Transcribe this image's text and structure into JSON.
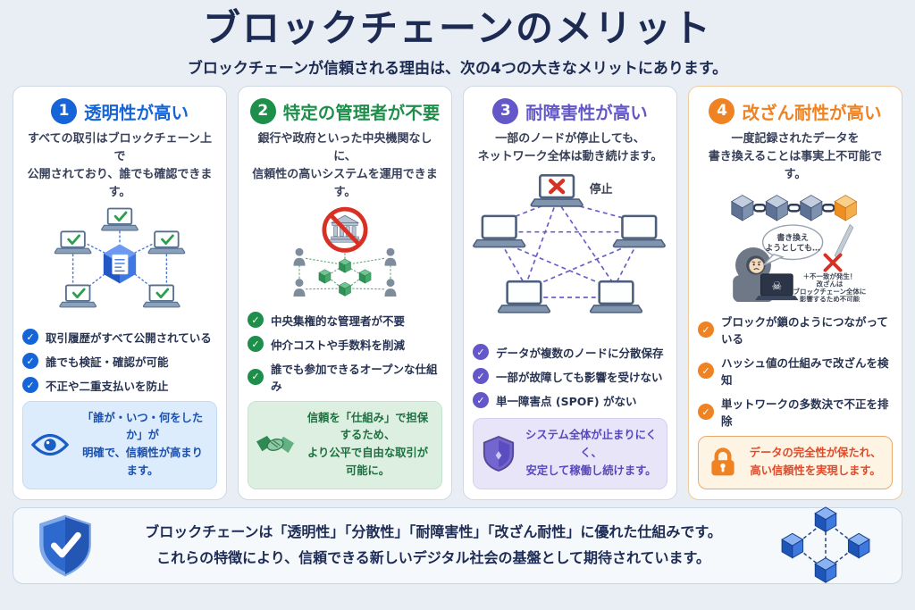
{
  "page": {
    "title": "ブロックチェーンのメリット",
    "subtitle": "ブロックチェーンが信頼される理由は、次の4つの大きなメリットにあります。"
  },
  "cards": [
    {
      "number": "1",
      "title": "透明性が高い",
      "accent": "#1565d8",
      "desc1": "すべての取引はブロックチェーン上で",
      "desc2": "公開されており、誰でも確認できます。",
      "items": [
        "取引履歴がすべて公開されている",
        "誰でも検証・確認が可能",
        "不正や二重支払いを防止"
      ],
      "note1": "「誰が・いつ・何をしたか」が",
      "note2": "明確で、信頼性が高まります。"
    },
    {
      "number": "2",
      "title": "特定の管理者が不要",
      "accent": "#1e8e4b",
      "desc1": "銀行や政府といった中央機関なしに、",
      "desc2": "信頼性の高いシステムを運用できます。",
      "items": [
        "中央集権的な管理者が不要",
        "仲介コストや手数料を削減",
        "誰でも参加できるオープンな仕組み"
      ],
      "note1": "信頼を「仕組み」で担保するため、",
      "note2": "より公平で自由な取引が可能に。"
    },
    {
      "number": "3",
      "title": "耐障害性が高い",
      "accent": "#6458c8",
      "desc1": "一部のノードが停止しても、",
      "desc2": "ネットワーク全体は動き続けます。",
      "items": [
        "データが複数のノードに分散保存",
        "一部が故障しても影響を受けない",
        "単一障害点 (SPOF) がない"
      ],
      "note1": "システム全体が止まりにくく、",
      "note2": "安定して稼働し続けます。"
    },
    {
      "number": "4",
      "title": "改ざん耐性が高い",
      "accent": "#ef8222",
      "desc1": "一度記録されたデータを",
      "desc2": "書き換えることは事実上不可能です。",
      "items": [
        "ブロックが鎖のようにつながっている",
        "ハッシュ値の仕組みで改ざんを検知",
        "単ットワークの多数決で不正を排除"
      ],
      "note1": "データの完全性が保たれ、",
      "note2": "高い信頼性を実現します。"
    }
  ],
  "illustrations": {
    "stop_label": "停止",
    "bubble_line1": "書き換え",
    "bubble_line2": "ようとしても…",
    "warn_line1": "＋不一致が発生！",
    "warn_line2": "改ざんは",
    "warn_line3": "ブロックチェーン全体に",
    "warn_line4": "影響するため不可能"
  },
  "footer": {
    "line1": "ブロックチェーンは「透明性」「分散性」「耐障害性」「改ざん耐性」に優れた仕組みです。",
    "line2": "これらの特徴により、信頼できる新しいデジタル社会の基盤として期待されています。"
  }
}
